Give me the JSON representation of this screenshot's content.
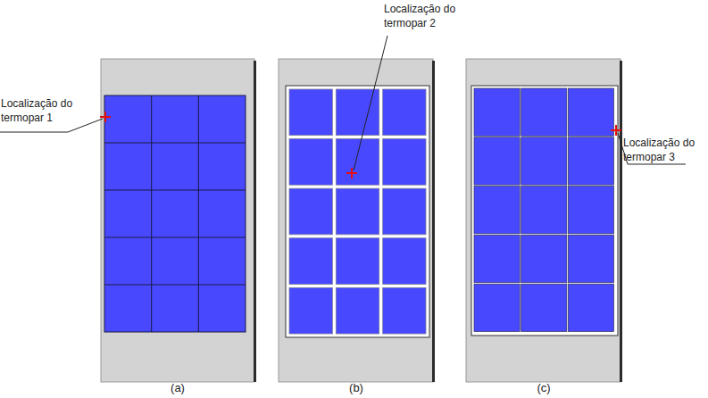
{
  "diagram": {
    "labels": [
      "Localização do termopar 1",
      "Localização do termopar 2",
      "Localização do termopar 3",
      "(a)",
      "(b)",
      "(c)"
    ]
  }
}
